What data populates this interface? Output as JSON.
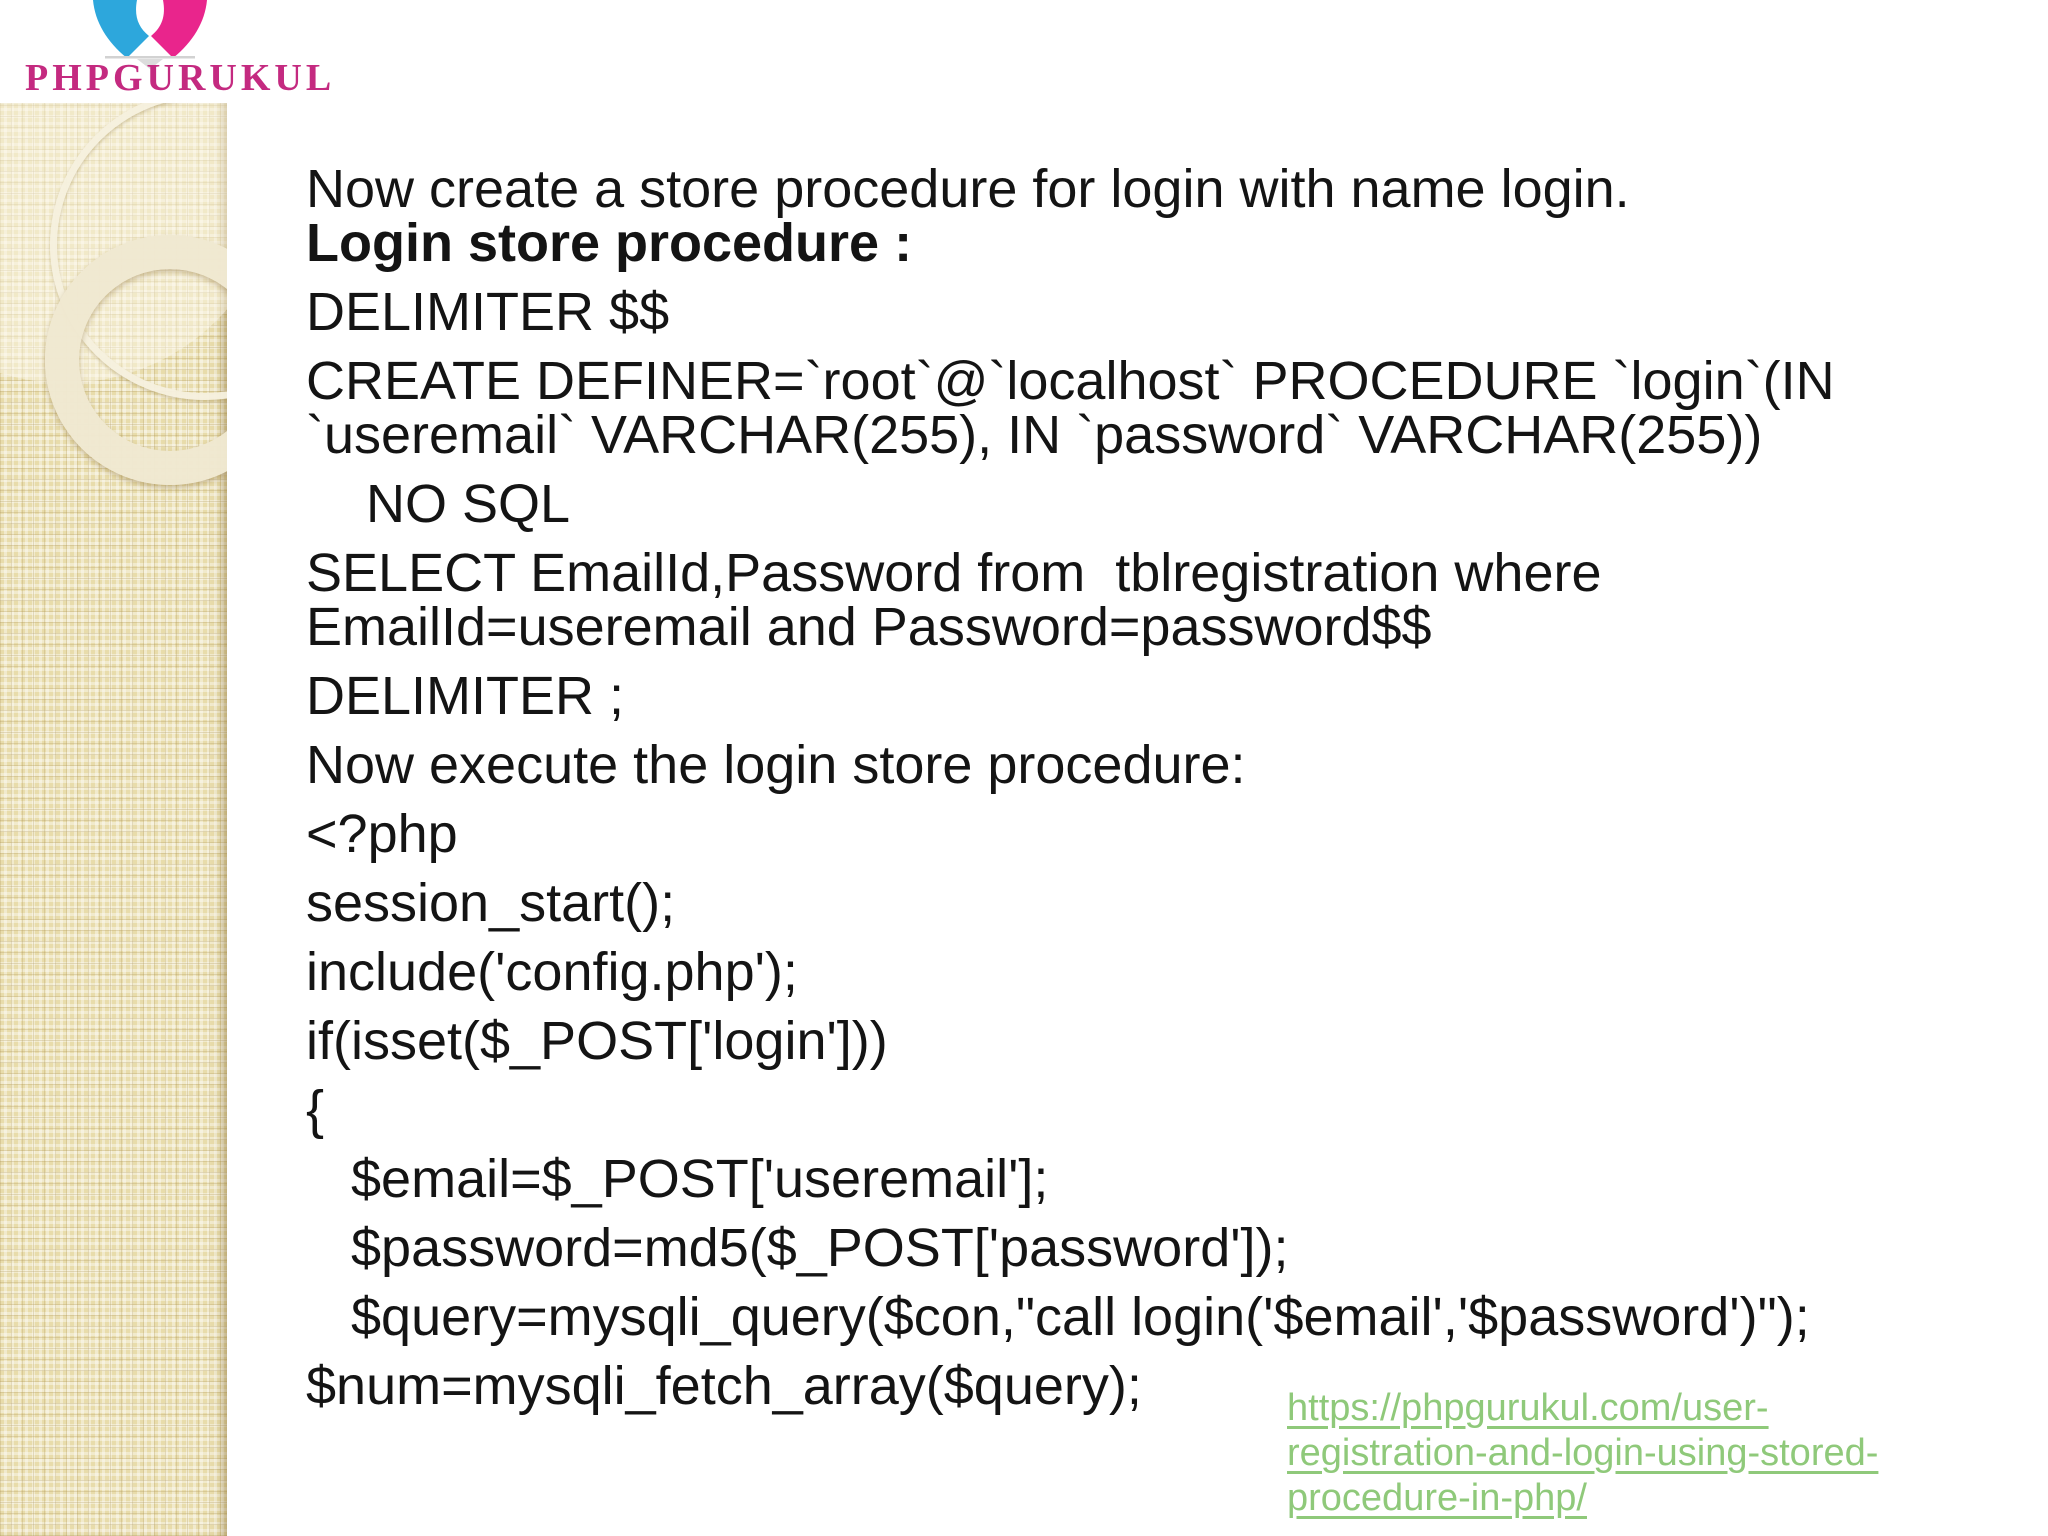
{
  "logo": {
    "brand": "PHPGURUKUL"
  },
  "slide": {
    "lines": [
      "Now create a store procedure for login with name login.",
      "Login store procedure :",
      "DELIMITER $$",
      "CREATE DEFINER=`root`@`localhost` PROCEDURE `login`(IN `useremail` VARCHAR(255), IN `password` VARCHAR(255))",
      "    NO SQL",
      "SELECT EmailId,Password from  tblregistration where EmailId=useremail and Password=password$$",
      "DELIMITER ;",
      "Now execute the login store procedure:",
      "<?php",
      "session_start();",
      "include('config.php');",
      "if(isset($_POST['login']))",
      "{",
      "   $email=$_POST['useremail'];",
      "   $password=md5($_POST['password']);",
      "   $query=mysqli_query($con,\"call login('$email','$password')\");",
      "$num=mysqli_fetch_array($query);"
    ]
  },
  "link": {
    "url": "https://phpgurukul.com/user-registration-and-login-using-stored-procedure-in-php/",
    "lines": [
      "https://phpgurukul.com/user-",
      "registration-and-login-using-stored-",
      "procedure-in-php/"
    ]
  },
  "colors": {
    "link_green": "#8fc97a",
    "logo_pink": "#c42a80",
    "logo_blue": "#2da7dc",
    "logo_magenta": "#e9258c",
    "sidebar_beige": "#e8dcab",
    "text_black": "#141414"
  }
}
